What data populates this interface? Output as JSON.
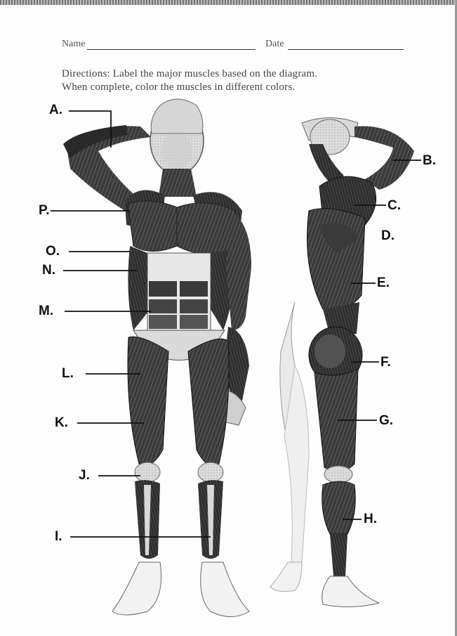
{
  "worksheet": {
    "name_label": "Name",
    "date_label": "Date",
    "directions_line1": "Directions: Label the major muscles based on the diagram.",
    "directions_line2": "When complete, color the muscles in different colors."
  },
  "labels": {
    "A": "A.",
    "B": "B.",
    "C": "C.",
    "D": "D.",
    "E": "E.",
    "F": "F.",
    "G": "G.",
    "H": "H.",
    "I": "I.",
    "J": "J.",
    "K": "K.",
    "L": "L.",
    "M": "M.",
    "N": "N.",
    "O": "O.",
    "P": "P."
  },
  "colors": {
    "ink": "#111111",
    "muscle_dark": "#2a2a2a",
    "muscle_mid": "#6a6a6a",
    "skin": "#e6e6e6"
  }
}
